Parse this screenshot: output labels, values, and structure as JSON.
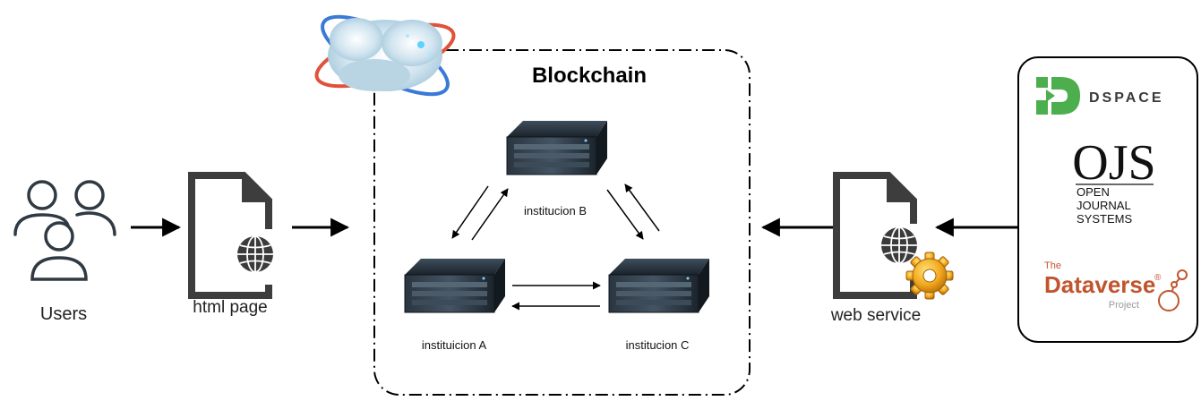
{
  "blockchain": {
    "title": "Blockchain"
  },
  "nodes": {
    "users": {
      "label": "Users",
      "icon": "users-icon"
    },
    "html_page": {
      "label": "html page",
      "icon": "web-document-icon"
    },
    "web_service": {
      "label": "web service",
      "icon": "web-service-document-icon"
    },
    "institucion_a": {
      "label": "instituicion A",
      "icon": "server-icon"
    },
    "institucion_b": {
      "label": "institucion B",
      "icon": "server-icon"
    },
    "institucion_c": {
      "label": "institucion C",
      "icon": "server-icon"
    }
  },
  "repositories": {
    "dspace": {
      "name": "DSPACE",
      "color": "#4cae4c"
    },
    "ojs": {
      "name": "OJS",
      "line1": "OPEN",
      "line2": "JOURNAL",
      "line3": "SYSTEMS"
    },
    "dataverse": {
      "pre": "The",
      "name": "Dataverse",
      "mark": "®",
      "post": "Project",
      "color": "#c0552d"
    }
  },
  "colors": {
    "arrow": "#000000",
    "text": "#222222",
    "server": "#1f2a33"
  }
}
